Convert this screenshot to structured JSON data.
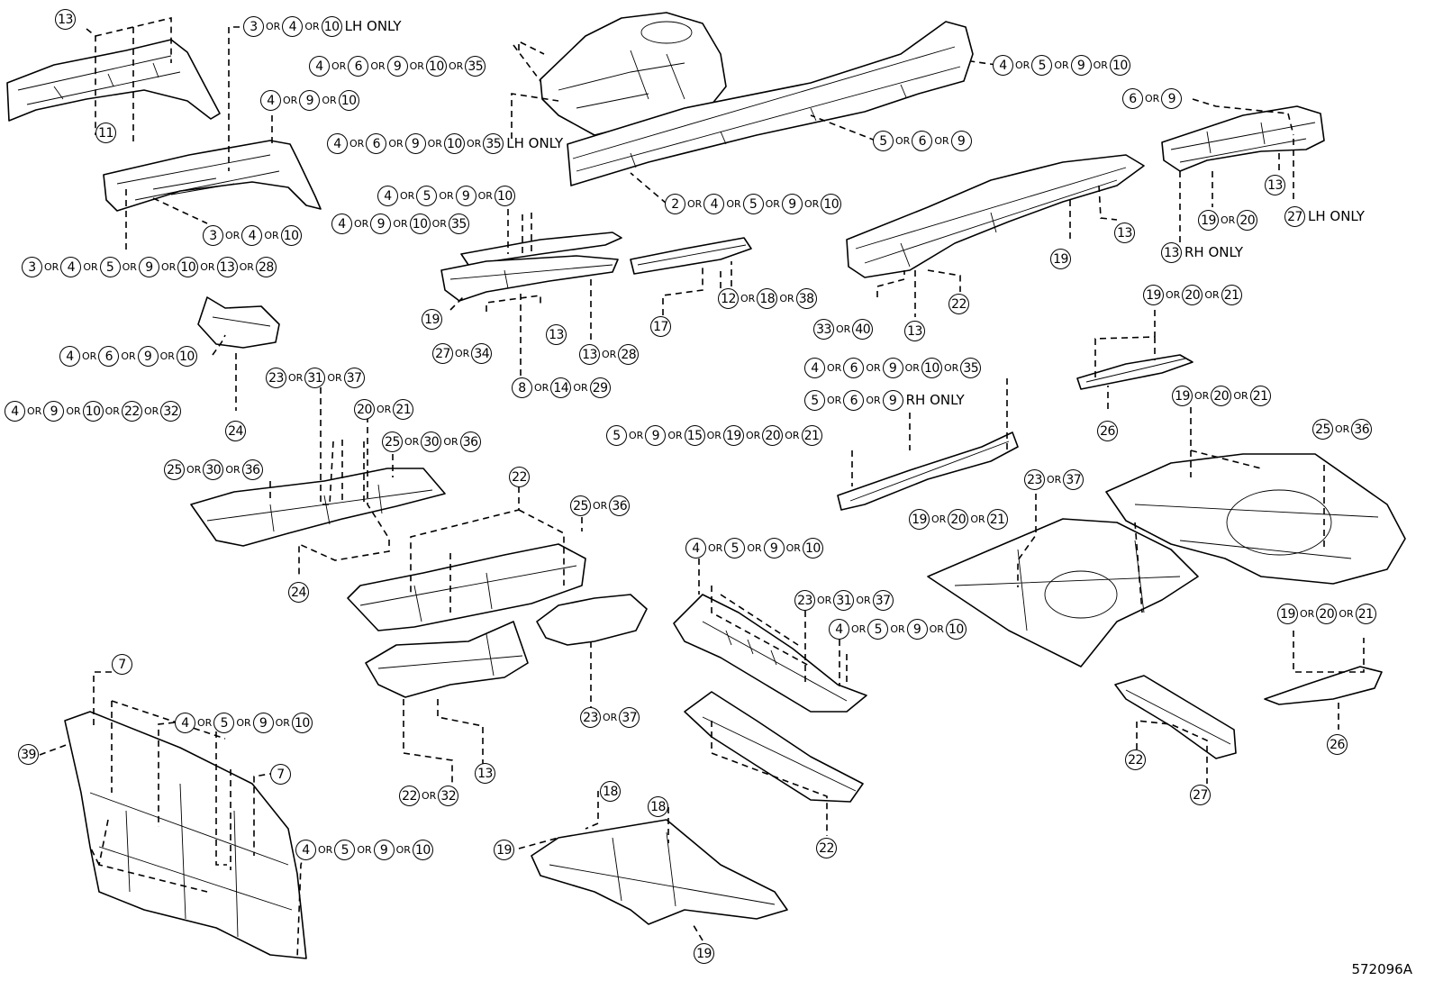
{
  "sep_label": "OR",
  "reference_code": "572096A",
  "callouts": [
    {
      "id": "c01",
      "parts": [
        "13"
      ]
    },
    {
      "id": "c02",
      "parts": [
        "3",
        "4",
        "10"
      ],
      "note": "LH ONLY"
    },
    {
      "id": "c03",
      "parts": [
        "11"
      ]
    },
    {
      "id": "c04",
      "parts": [
        "4",
        "9",
        "10"
      ]
    },
    {
      "id": "c05",
      "parts": [
        "3",
        "4",
        "10"
      ]
    },
    {
      "id": "c06",
      "parts": [
        "3",
        "4",
        "5",
        "9",
        "10",
        "13",
        "28"
      ]
    },
    {
      "id": "c07",
      "parts": [
        "4",
        "6",
        "9",
        "10",
        "35"
      ]
    },
    {
      "id": "c08",
      "parts": [
        "4",
        "6",
        "9",
        "10",
        "35"
      ],
      "note": "LH ONLY"
    },
    {
      "id": "c09",
      "parts": [
        "4",
        "5",
        "9",
        "10"
      ]
    },
    {
      "id": "c10",
      "parts": [
        "4",
        "9",
        "10",
        "35"
      ]
    },
    {
      "id": "c11",
      "parts": [
        "4",
        "5",
        "9",
        "10"
      ]
    },
    {
      "id": "c12",
      "parts": [
        "5",
        "6",
        "9"
      ]
    },
    {
      "id": "c13",
      "parts": [
        "2",
        "4",
        "5",
        "9",
        "10"
      ]
    },
    {
      "id": "c14",
      "parts": [
        "6",
        "9"
      ]
    },
    {
      "id": "c15",
      "parts": [
        "13"
      ]
    },
    {
      "id": "c16",
      "parts": [
        "19",
        "20"
      ]
    },
    {
      "id": "c17",
      "parts": [
        "27"
      ],
      "note": "LH ONLY"
    },
    {
      "id": "c18",
      "parts": [
        "13"
      ],
      "note": "RH ONLY"
    },
    {
      "id": "c19",
      "parts": [
        "13"
      ]
    },
    {
      "id": "c20",
      "parts": [
        "19"
      ]
    },
    {
      "id": "c21",
      "parts": [
        "19"
      ]
    },
    {
      "id": "c22",
      "parts": [
        "12",
        "18",
        "38"
      ]
    },
    {
      "id": "c23",
      "parts": [
        "17"
      ]
    },
    {
      "id": "c24",
      "parts": [
        "27",
        "34"
      ]
    },
    {
      "id": "c25",
      "parts": [
        "13"
      ]
    },
    {
      "id": "c26",
      "parts": [
        "13",
        "28"
      ]
    },
    {
      "id": "c27",
      "parts": [
        "8",
        "14",
        "29"
      ]
    },
    {
      "id": "c28",
      "parts": [
        "33",
        "40"
      ]
    },
    {
      "id": "c29",
      "parts": [
        "13"
      ]
    },
    {
      "id": "c30",
      "parts": [
        "22"
      ]
    },
    {
      "id": "c31",
      "parts": [
        "19",
        "20",
        "21"
      ]
    },
    {
      "id": "c32",
      "parts": [
        "4",
        "6",
        "9",
        "10"
      ]
    },
    {
      "id": "c33",
      "parts": [
        "4",
        "9",
        "10",
        "22",
        "32"
      ]
    },
    {
      "id": "c34",
      "parts": [
        "24"
      ]
    },
    {
      "id": "c35",
      "parts": [
        "23",
        "31",
        "37"
      ]
    },
    {
      "id": "c36",
      "parts": [
        "20",
        "21"
      ]
    },
    {
      "id": "c37",
      "parts": [
        "25",
        "30",
        "36"
      ]
    },
    {
      "id": "c38",
      "parts": [
        "25",
        "30",
        "36"
      ]
    },
    {
      "id": "c39",
      "parts": [
        "4",
        "6",
        "9",
        "10",
        "35"
      ]
    },
    {
      "id": "c40",
      "parts": [
        "5",
        "6",
        "9"
      ],
      "note": "RH  ONLY"
    },
    {
      "id": "c41",
      "parts": [
        "5",
        "9",
        "15",
        "19",
        "20",
        "21"
      ]
    },
    {
      "id": "c42",
      "parts": [
        "26"
      ]
    },
    {
      "id": "c43",
      "parts": [
        "19",
        "20",
        "21"
      ]
    },
    {
      "id": "c44",
      "parts": [
        "25",
        "36"
      ]
    },
    {
      "id": "c45",
      "parts": [
        "23",
        "37"
      ]
    },
    {
      "id": "c46",
      "parts": [
        "19",
        "20",
        "21"
      ]
    },
    {
      "id": "c47",
      "parts": [
        "22"
      ]
    },
    {
      "id": "c48",
      "parts": [
        "25",
        "36"
      ]
    },
    {
      "id": "c49",
      "parts": [
        "24"
      ]
    },
    {
      "id": "c50",
      "parts": [
        "4",
        "5",
        "9",
        "10"
      ]
    },
    {
      "id": "c51",
      "parts": [
        "23",
        "31",
        "37"
      ]
    },
    {
      "id": "c52",
      "parts": [
        "4",
        "5",
        "9",
        "10"
      ]
    },
    {
      "id": "c53",
      "parts": [
        "7"
      ]
    },
    {
      "id": "c54",
      "parts": [
        "4",
        "5",
        "9",
        "10"
      ]
    },
    {
      "id": "c55",
      "parts": [
        "39"
      ]
    },
    {
      "id": "c56",
      "parts": [
        "7"
      ]
    },
    {
      "id": "c57",
      "parts": [
        "4",
        "5",
        "9",
        "10"
      ]
    },
    {
      "id": "c58",
      "parts": [
        "23",
        "37"
      ]
    },
    {
      "id": "c59",
      "parts": [
        "22",
        "32"
      ]
    },
    {
      "id": "c60",
      "parts": [
        "13"
      ]
    },
    {
      "id": "c61",
      "parts": [
        "18"
      ]
    },
    {
      "id": "c62",
      "parts": [
        "18"
      ]
    },
    {
      "id": "c63",
      "parts": [
        "19"
      ]
    },
    {
      "id": "c64",
      "parts": [
        "19"
      ]
    },
    {
      "id": "c65",
      "parts": [
        "22"
      ]
    },
    {
      "id": "c66",
      "parts": [
        "19",
        "20",
        "21"
      ]
    },
    {
      "id": "c67",
      "parts": [
        "22"
      ]
    },
    {
      "id": "c68",
      "parts": [
        "27"
      ]
    },
    {
      "id": "c69",
      "parts": [
        "26"
      ]
    }
  ]
}
